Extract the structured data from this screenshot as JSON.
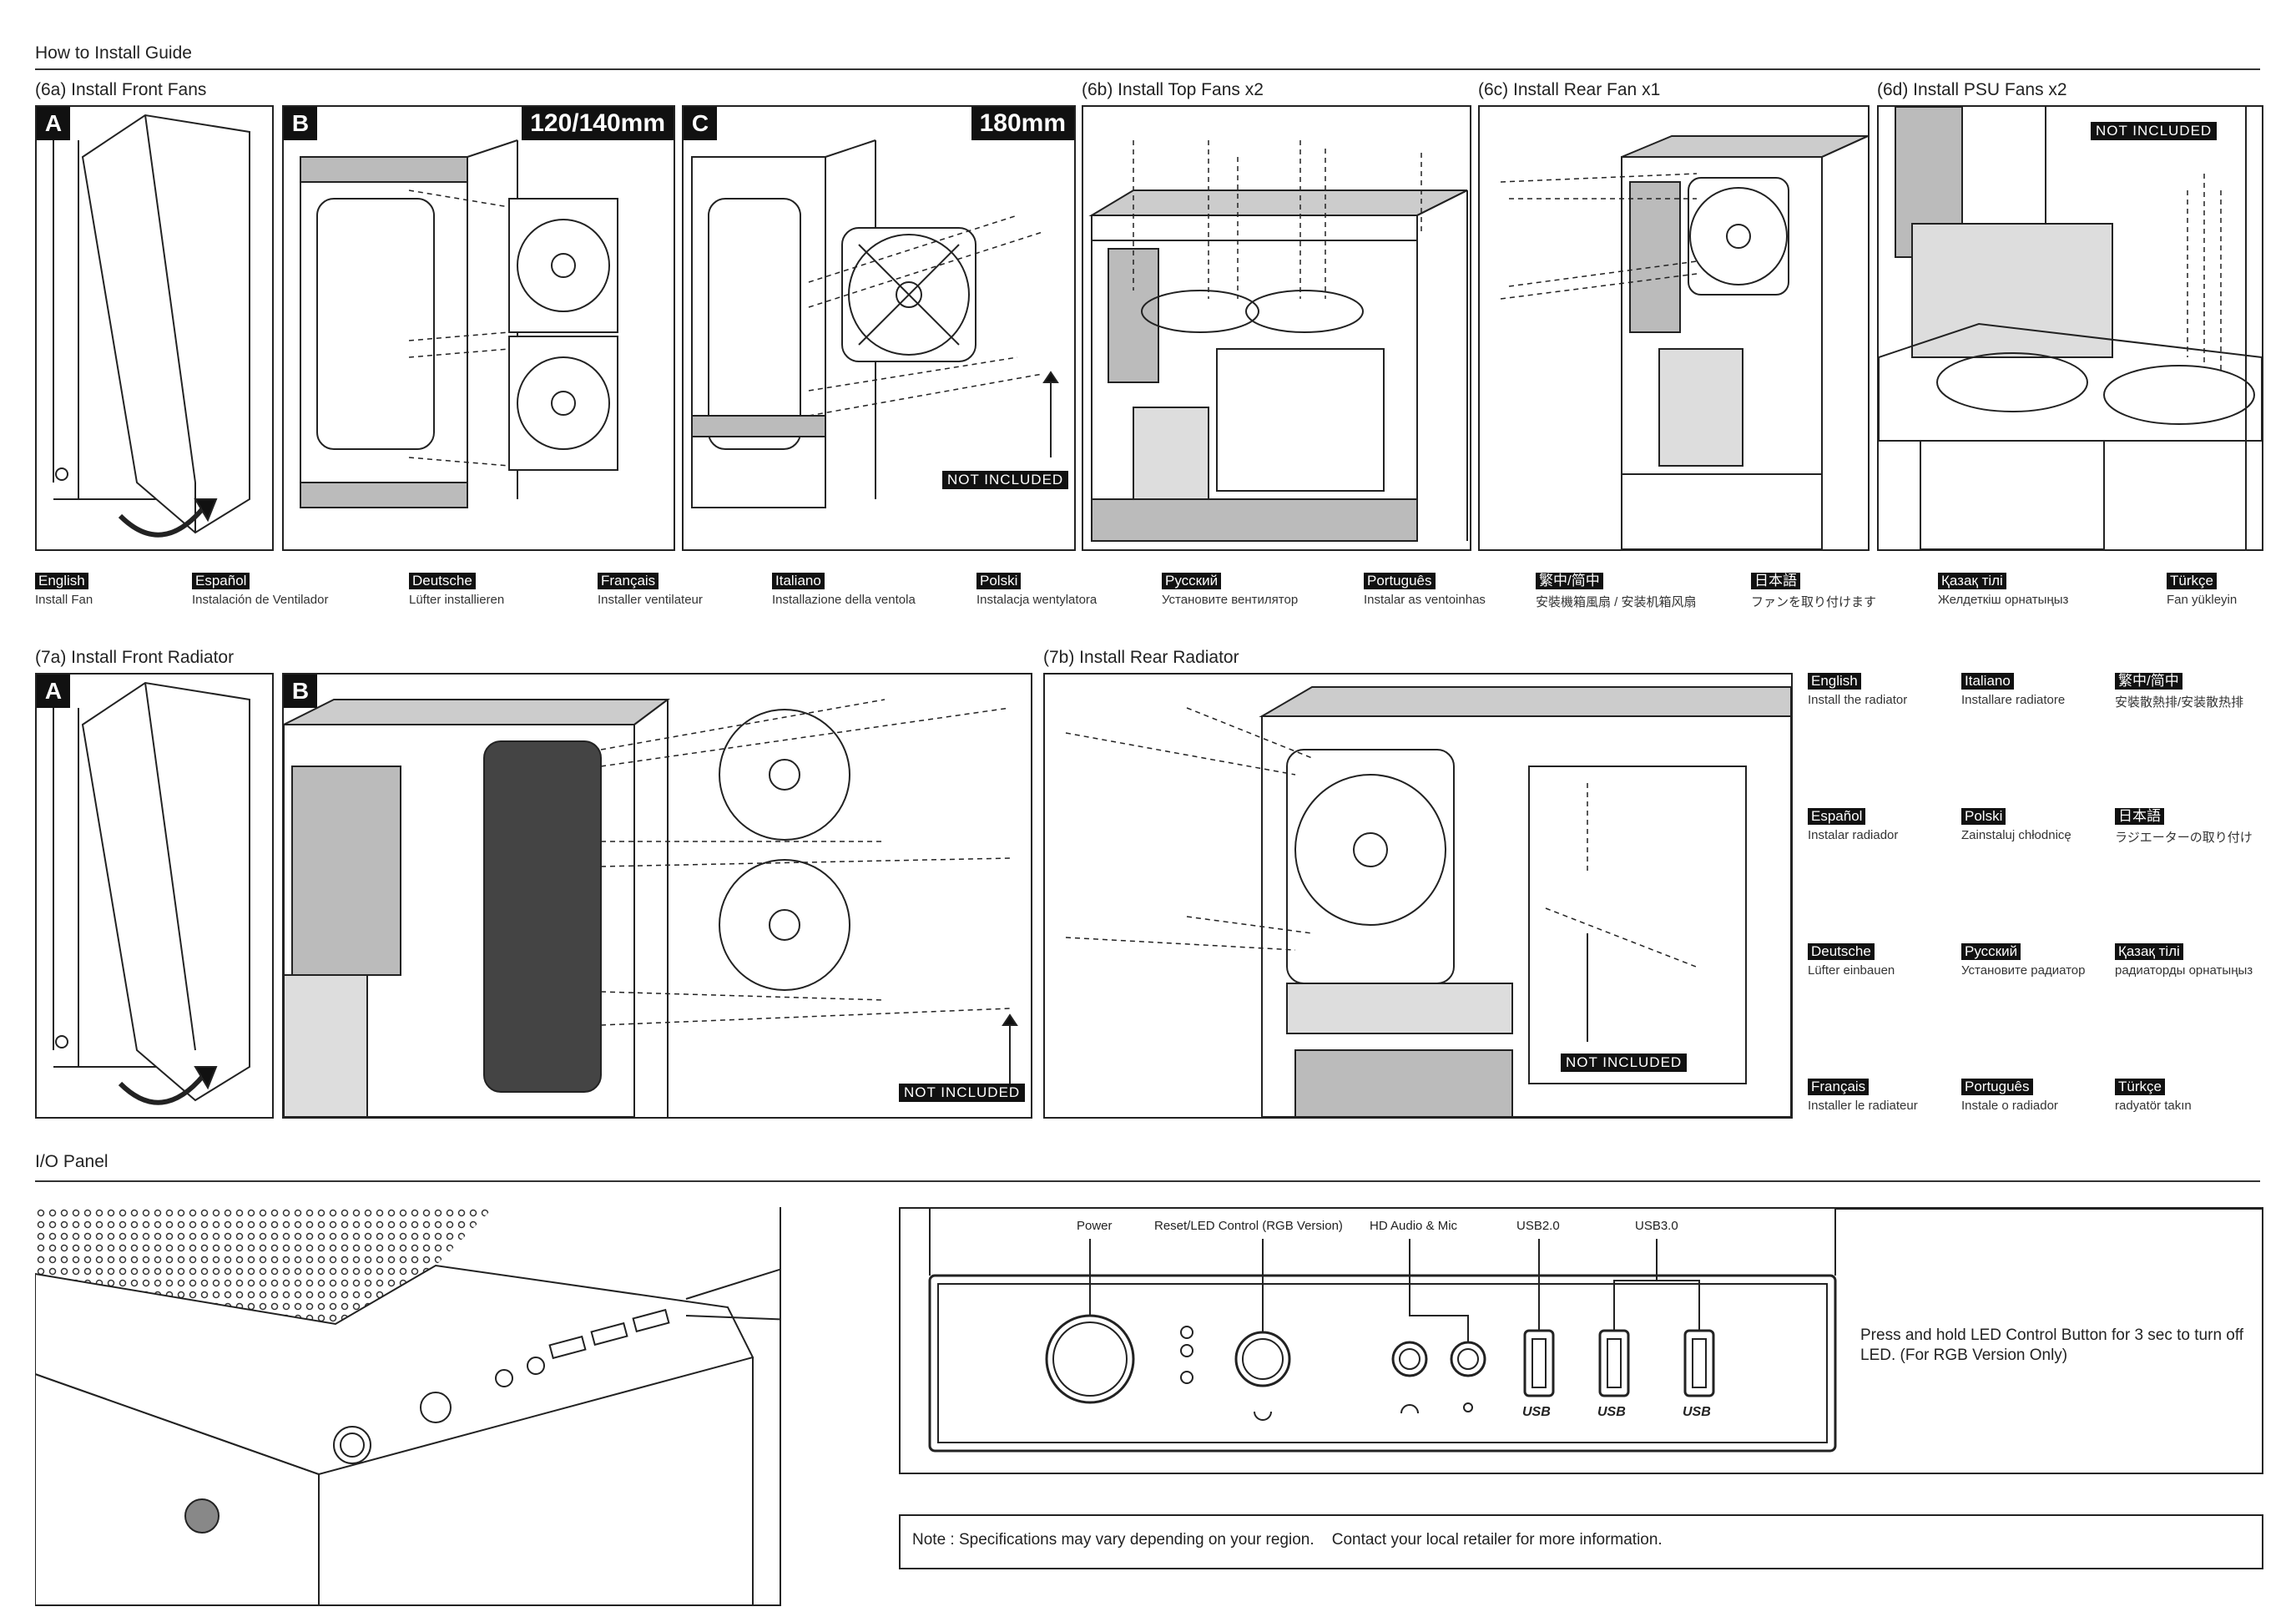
{
  "header": {
    "title": "How to Install Guide"
  },
  "sec6a": {
    "title": "(6a) Install Front Fans",
    "a": "A",
    "b": "B",
    "c": "C",
    "size_b": "120/140mm",
    "size_c": "180mm",
    "not_included": "NOT INCLUDED"
  },
  "sec6b": {
    "title": "(6b) Install Top Fans x2"
  },
  "sec6c": {
    "title": "(6c) Install Rear Fan x1"
  },
  "sec6d": {
    "title": "(6d) Install PSU Fans x2",
    "not_included": "NOT INCLUDED"
  },
  "fan_langs": [
    {
      "name": "English",
      "text": "Install Fan"
    },
    {
      "name": "Español",
      "text": "Instalación de Ventilador"
    },
    {
      "name": "Deutsche",
      "text": "Lüfter installieren"
    },
    {
      "name": "Français",
      "text": "Installer ventilateur"
    },
    {
      "name": "Italiano",
      "text": "Installazione della ventola"
    },
    {
      "name": "Polski",
      "text": "Instalacja wentylatora"
    },
    {
      "name": "Русский",
      "text": "Установите вентилятор"
    },
    {
      "name": "Português",
      "text": "Instalar as ventoinhas"
    },
    {
      "name": "繁中/简中",
      "text": "安裝機箱風扇 / 安装机箱风扇"
    },
    {
      "name": "日本語",
      "text": "ファンを取り付けます"
    },
    {
      "name": "Қазақ тілі",
      "text": "Желдеткіш орнатыңыз"
    },
    {
      "name": "Türkçe",
      "text": "Fan yükleyin"
    }
  ],
  "sec7a": {
    "title": "(7a) Install Front Radiator",
    "a": "A",
    "b": "B",
    "not_included": "NOT INCLUDED"
  },
  "sec7b": {
    "title": "(7b) Install Rear Radiator",
    "not_included": "NOT INCLUDED"
  },
  "rad_langs": [
    {
      "name": "English",
      "text": "Install the radiator"
    },
    {
      "name": "Italiano",
      "text": "Installare radiatore"
    },
    {
      "name": "繁中/简中",
      "text": "安裝散熱排/安装散热排"
    },
    {
      "name": "Español",
      "text": "Instalar radiador"
    },
    {
      "name": "Polski",
      "text": "Zainstaluj chłodnicę"
    },
    {
      "name": "日本語",
      "text": "ラジエーターの取り付け"
    },
    {
      "name": "Deutsche",
      "text": "Lüfter einbauen"
    },
    {
      "name": "Русский",
      "text": "Установите радиатор"
    },
    {
      "name": "Қазақ тілі",
      "text": "радиаторды орнатыңыз"
    },
    {
      "name": "Français",
      "text": "Installer le radiateur"
    },
    {
      "name": "Português",
      "text": "Instale o radiador"
    },
    {
      "name": "Türkçe",
      "text": "radyatör takın"
    }
  ],
  "io": {
    "title": "I/O Panel",
    "labels": {
      "power": "Power",
      "reset": "Reset/LED Control (RGB Version)",
      "audio": "HD Audio & Mic",
      "usb2": "USB2.0",
      "usb3": "USB3.0"
    },
    "usb_text": "USB",
    "instruction": "Press and hold LED Control Button for 3 sec to turn off LED. (For RGB Version Only)",
    "note": "Note : Specifications may vary depending on your region.    Contact your local retailer for more information."
  }
}
